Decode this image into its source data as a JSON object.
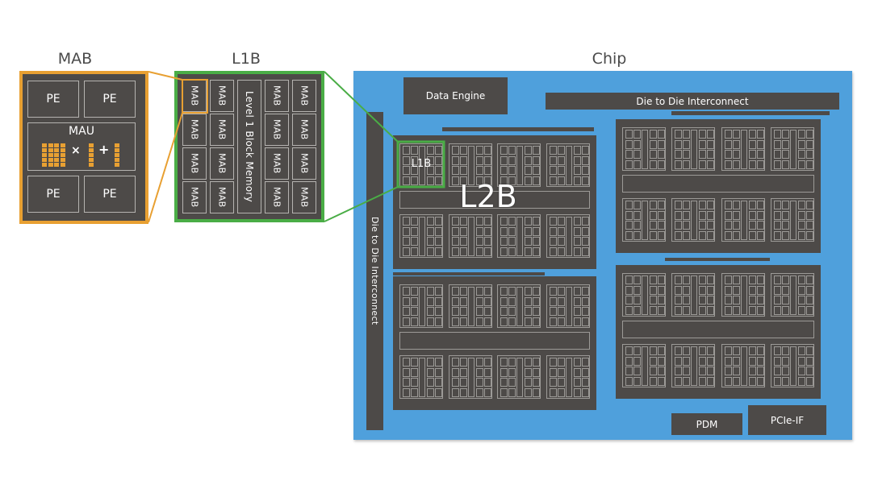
{
  "titles": {
    "mab": "MAB",
    "l1b": "L1B",
    "chip": "Chip"
  },
  "mab": {
    "pe_labels": [
      "PE",
      "PE",
      "PE",
      "PE"
    ],
    "mau_label": "MAU",
    "times_symbol": "×",
    "plus_symbol": "+",
    "matrix": {
      "rows": 5,
      "cols": 4
    },
    "vector": {
      "rows": 5
    }
  },
  "l1b": {
    "mab_labels": [
      "MAB",
      "MAB",
      "MAB",
      "MAB",
      "MAB",
      "MAB",
      "MAB",
      "MAB",
      "MAB",
      "MAB",
      "MAB",
      "MAB",
      "MAB",
      "MAB",
      "MAB",
      "MAB"
    ],
    "memory_label": "Level 1 Block Memory"
  },
  "chip": {
    "data_engine": "Data Engine",
    "d2d_top": "Die to Die Interconnect",
    "d2d_left": "Die to Die Interconnect",
    "l2b_label": "L2B",
    "l1b_label": "L1B",
    "pdm": "PDM",
    "pcie": "PCIe-IF",
    "l2b_count": 4,
    "l1b_per_l2b": 8
  },
  "colors": {
    "chip_blue": "#4fa0dc",
    "block_dark": "#4d4a48",
    "mab_orange": "#e8a032",
    "l1b_green": "#4aad46",
    "outline_gray": "#b5b3b0"
  }
}
